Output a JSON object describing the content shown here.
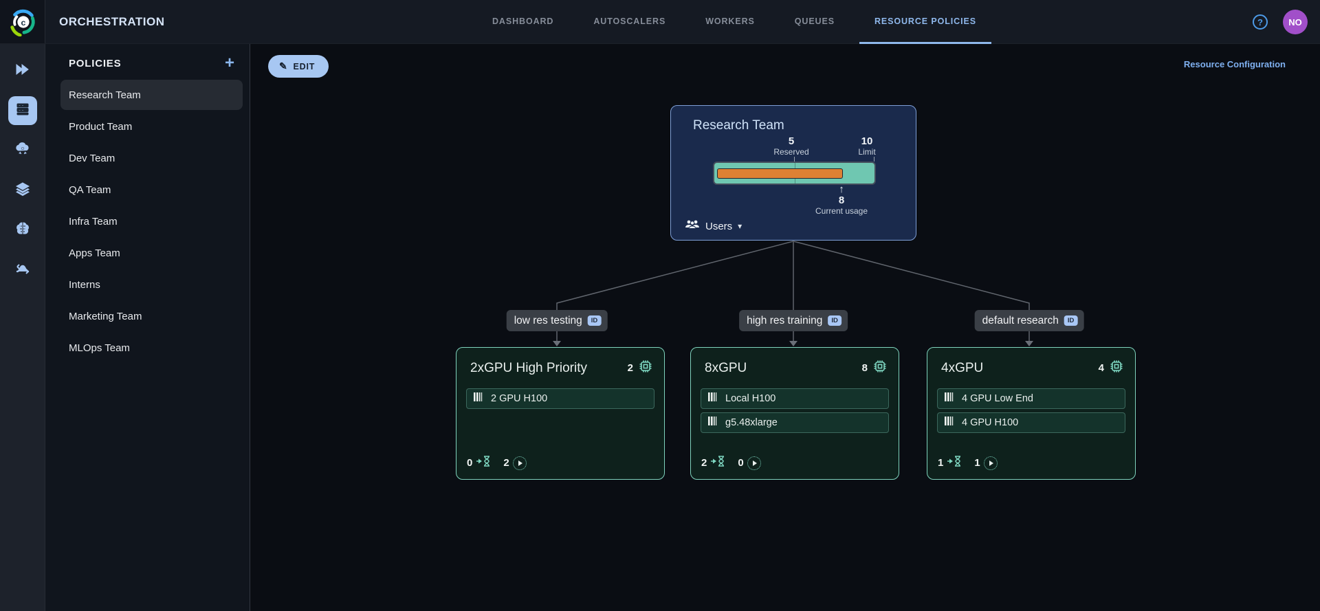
{
  "header": {
    "app_title": "ORCHESTRATION",
    "tabs": [
      {
        "label": "DASHBOARD",
        "active": false
      },
      {
        "label": "AUTOSCALERS",
        "active": false
      },
      {
        "label": "WORKERS",
        "active": false
      },
      {
        "label": "QUEUES",
        "active": false
      },
      {
        "label": "RESOURCE POLICIES",
        "active": true
      }
    ],
    "help_symbol": "?",
    "avatar_initials": "NO"
  },
  "rail": {
    "active_icon": "resource-policies"
  },
  "policies": {
    "title": "POLICIES",
    "add_label": "+",
    "selected_item": "Research Team",
    "items": [
      "Research Team",
      "Product Team",
      "Dev Team",
      "QA Team",
      "Infra Team",
      "Apps Team",
      "Interns",
      "Marketing Team",
      "MLOps Team"
    ]
  },
  "toolbar": {
    "edit_label": "EDIT",
    "edit_icon": "✎",
    "resource_configuration_label": "Resource Configuration"
  },
  "root_node": {
    "title": "Research Team",
    "reserved_value": "5",
    "reserved_label": "Reserved",
    "limit_value": "10",
    "limit_label": "Limit",
    "usage_arrow": "↑",
    "usage_value": "8",
    "usage_label": "Current usage",
    "users_label": "Users",
    "caret": "▾",
    "bar": {
      "reserved": 5,
      "limit": 10,
      "current_usage": 8,
      "track_color": "#6fc7b1",
      "usage_color": "#dd8134"
    }
  },
  "branches": [
    {
      "label": "low res testing",
      "badge": "ID"
    },
    {
      "label": "high res training",
      "badge": "ID"
    },
    {
      "label": "default research",
      "badge": "ID"
    }
  ],
  "pools": [
    {
      "title": "2xGPU High Priority",
      "gpu_count": "2",
      "resources": [
        "2 GPU H100"
      ],
      "pending_count": "0",
      "running_count": "2"
    },
    {
      "title": "8xGPU",
      "gpu_count": "8",
      "resources": [
        "Local H100",
        "g5.48xlarge"
      ],
      "pending_count": "2",
      "running_count": "0"
    },
    {
      "title": "4xGPU",
      "gpu_count": "4",
      "resources": [
        "4 GPU Low End",
        "4 GPU H100"
      ],
      "pending_count": "1",
      "running_count": "1"
    }
  ],
  "colors": {
    "accent_blue": "#a7c7f2",
    "active_tab": "#8fb8ec",
    "mint": "#7fd8c2",
    "card_border": "#7fd4be",
    "node_border": "#7e9fd7",
    "node_bg": "#1a2a4c",
    "bar_track": "#6fc7b1",
    "bar_usage": "#dd8134",
    "avatar_bg": "#a14fc9",
    "link": "#7fb0f0"
  }
}
